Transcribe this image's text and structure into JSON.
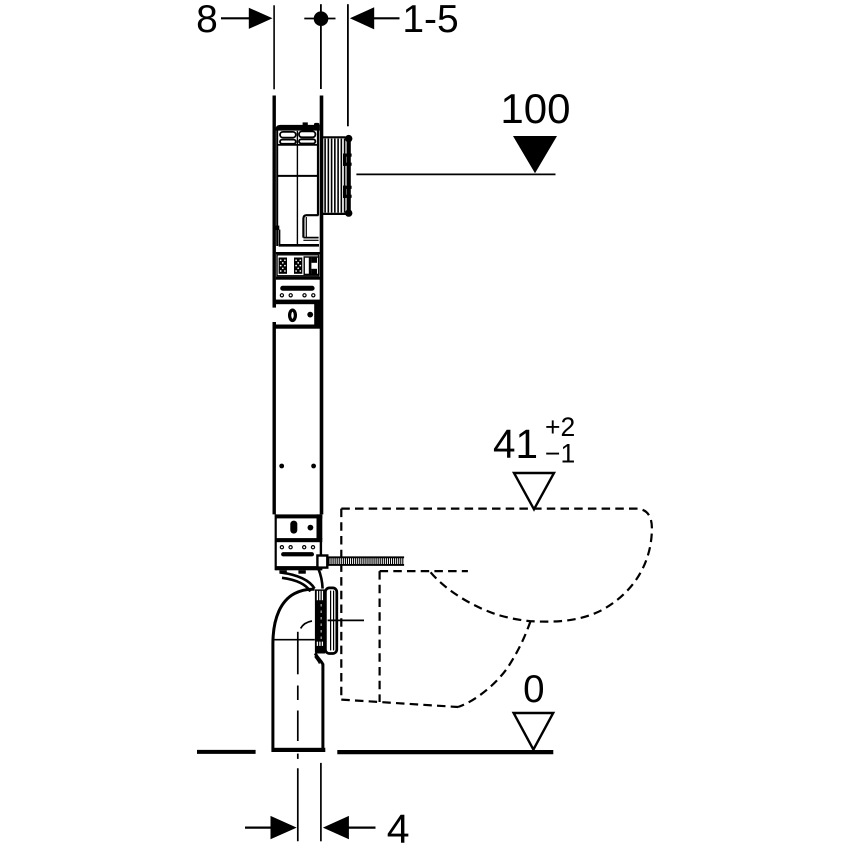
{
  "diagram": {
    "title": "concealed-cistern-installation-side-view",
    "colors": {
      "ink": "#000000",
      "background": "#ffffff"
    },
    "units": "cm",
    "dimensions": {
      "frame_depth": {
        "label": "8",
        "marker": "filled-arrow-right"
      },
      "wall_lining": {
        "label": "1-5",
        "marker": "filled-arrow-left"
      },
      "actuation_height": {
        "label": "100",
        "marker": "filled-triangle-down"
      },
      "bowl_top_height": {
        "label": "41",
        "tol_plus": "+2",
        "tol_minus": "−1",
        "marker": "open-triangle-down"
      },
      "floor_level": {
        "label": "0",
        "marker": "open-triangle-down"
      },
      "outlet_offset": {
        "label": "4",
        "marker": "filled-arrows-inward"
      }
    }
  }
}
